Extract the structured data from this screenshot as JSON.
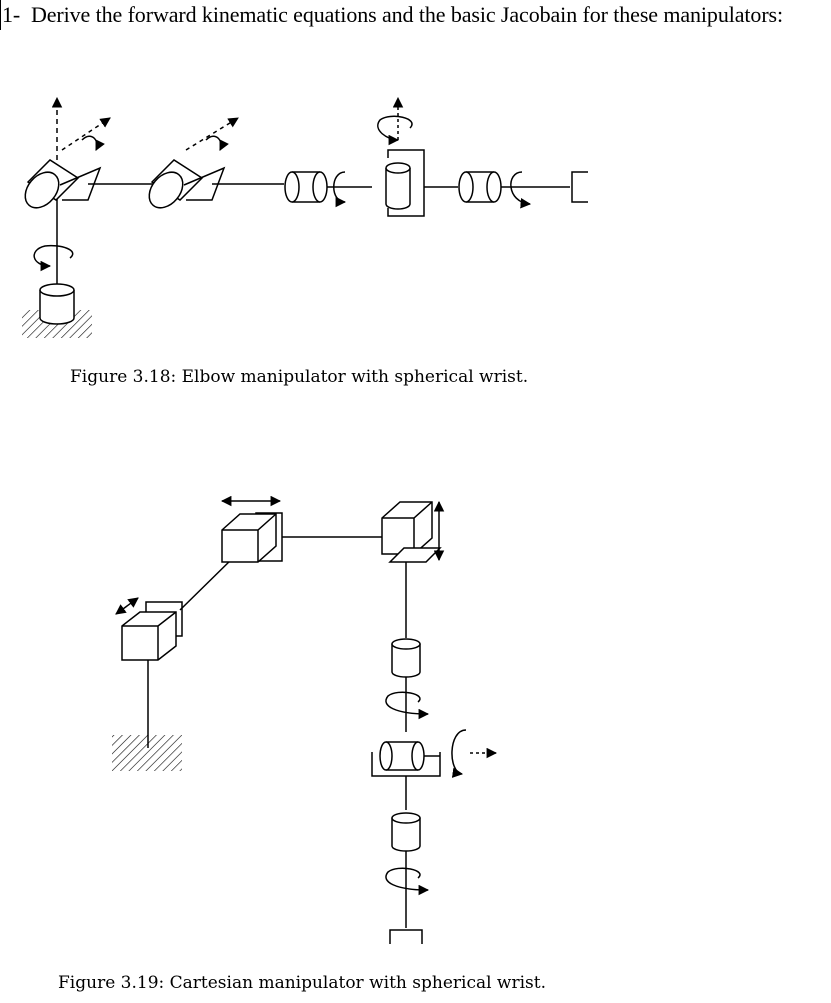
{
  "question": {
    "number": "1-",
    "text": "Derive the forward kinematic equations and the basic Jacobain for these manipulators:"
  },
  "figures": [
    {
      "caption": "Figure 3.18: Elbow manipulator with spherical wrist."
    },
    {
      "caption": "Figure 3.19: Cartesian manipulator with spherical wrist."
    }
  ]
}
